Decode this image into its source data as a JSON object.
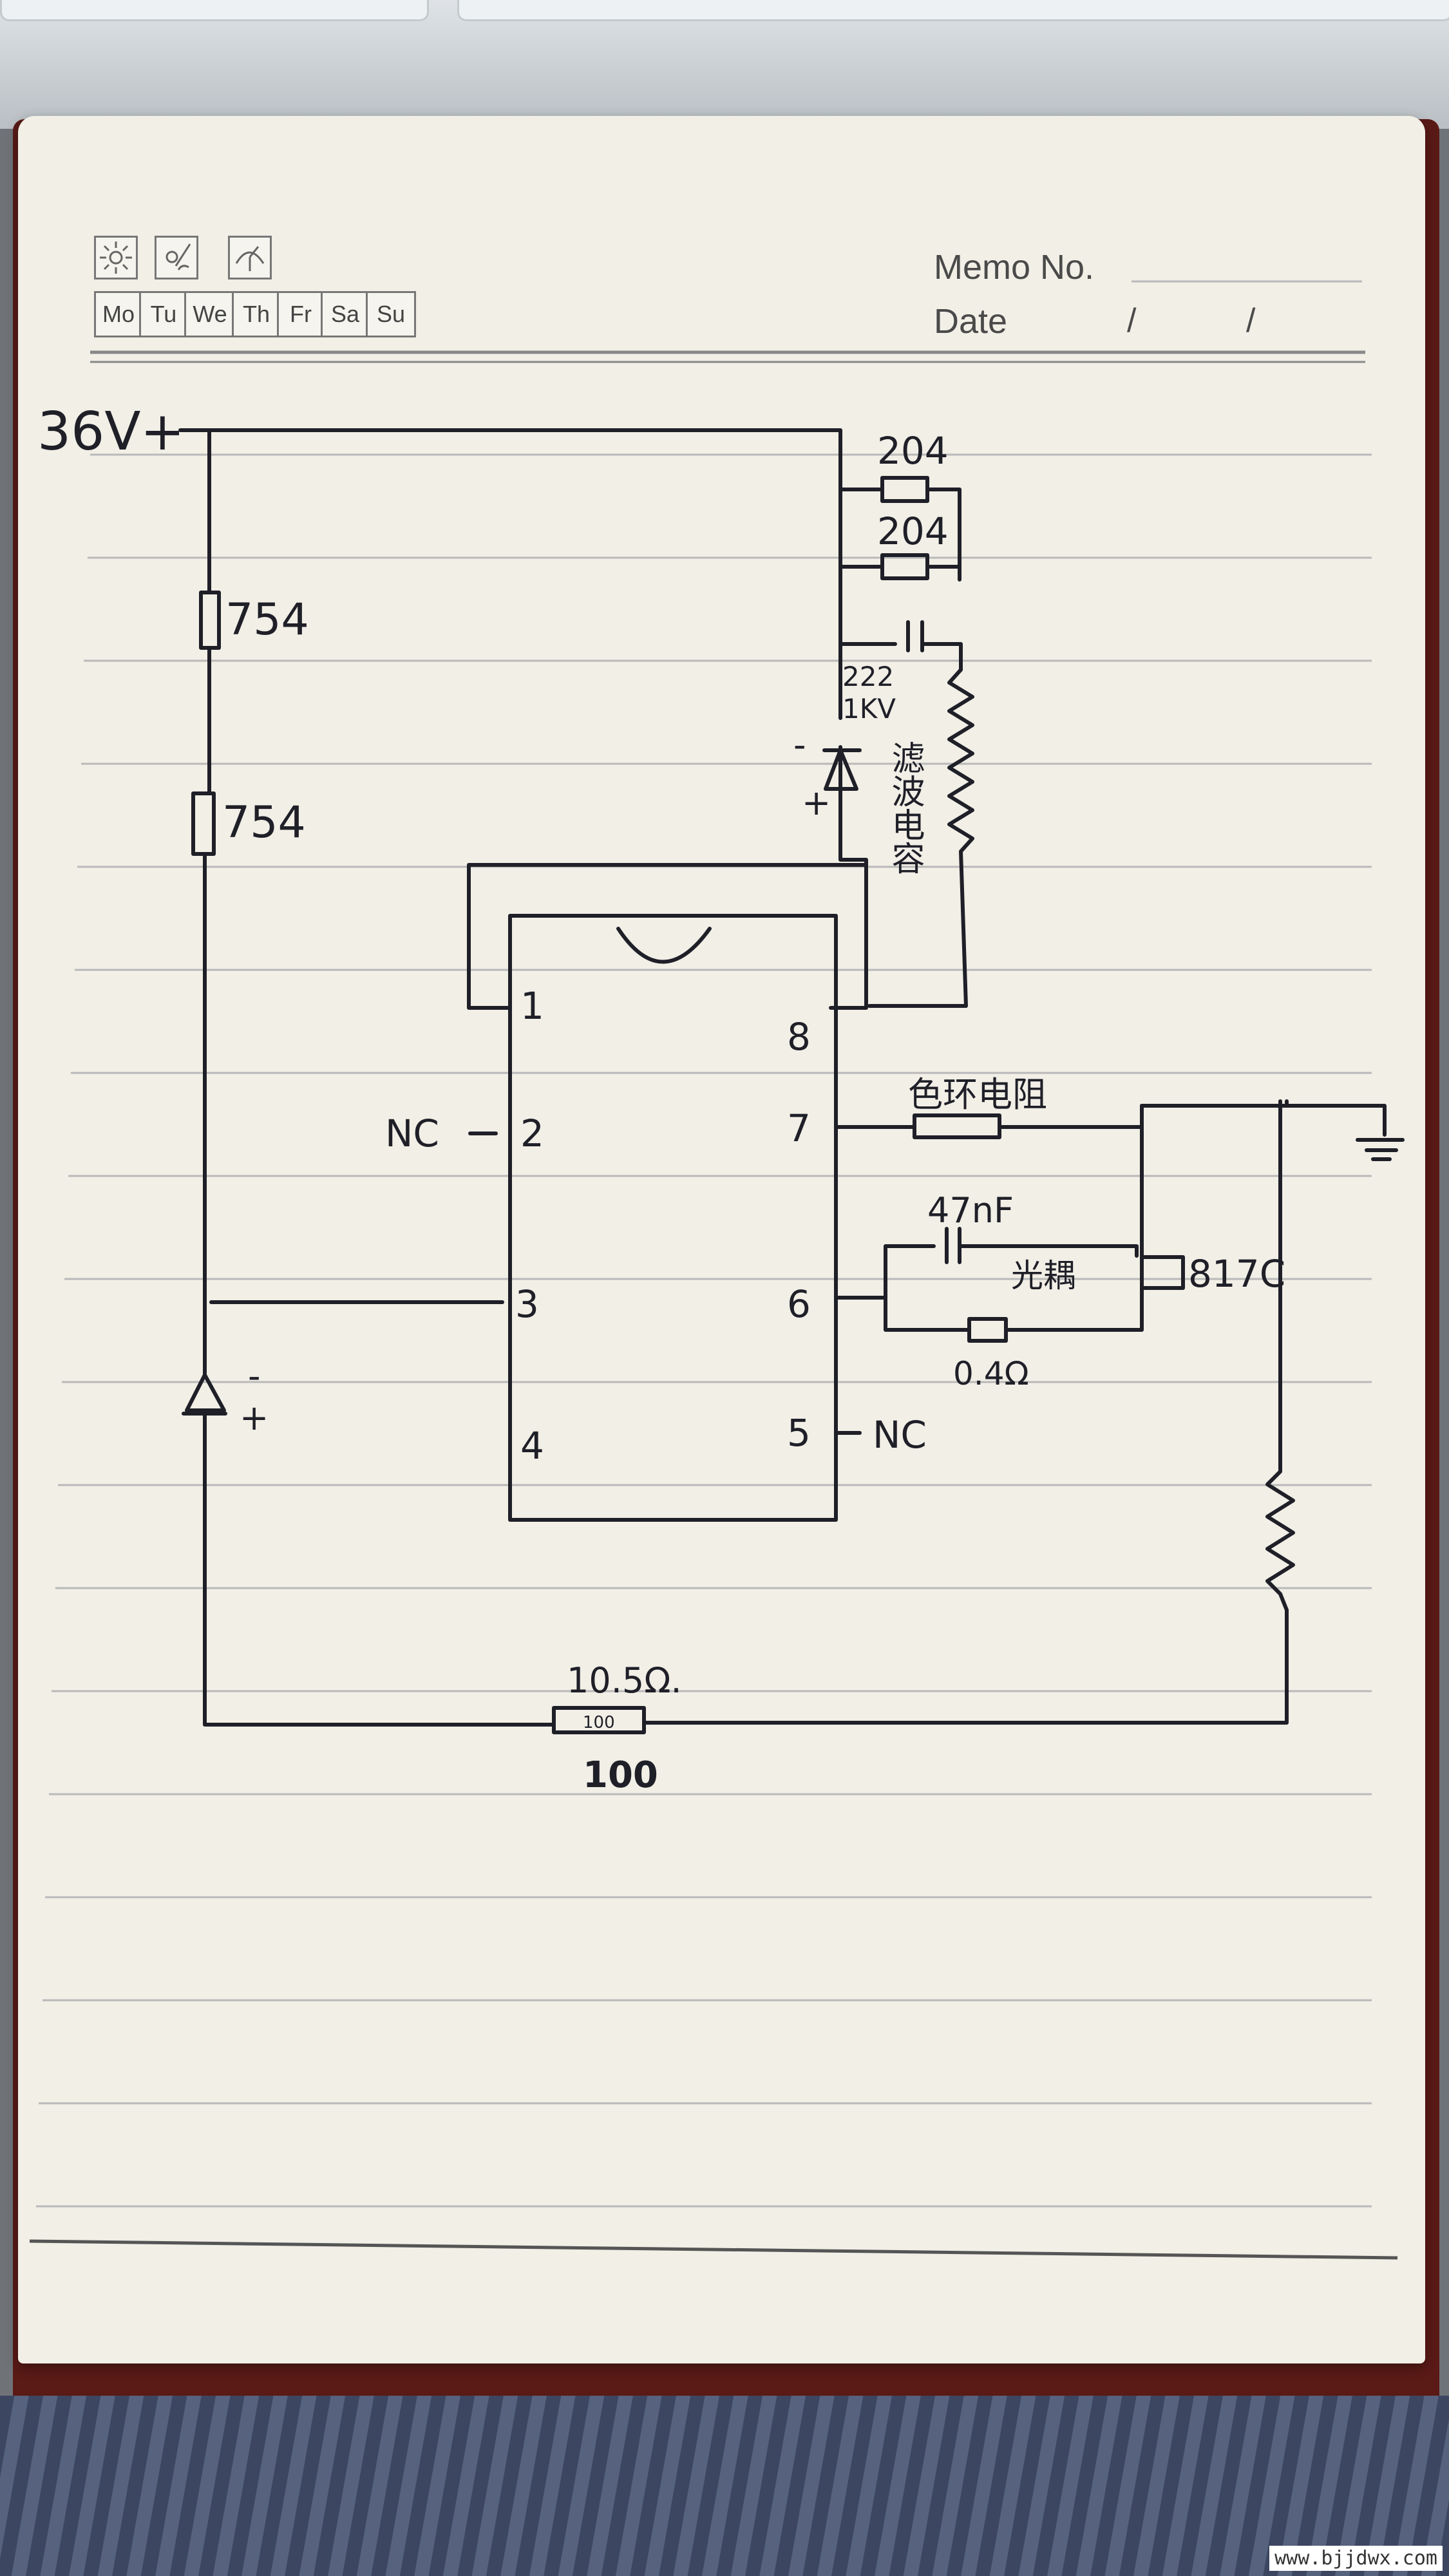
{
  "notebook": {
    "weekdays": [
      "Mo",
      "Tu",
      "We",
      "Th",
      "Fr",
      "Sa",
      "Su"
    ],
    "memo_label": "Memo No.",
    "date_label": "Date",
    "date_sep_1": "/",
    "date_sep_2": "/",
    "weather_icons": [
      "sun-icon",
      "partly-cloudy-icon",
      "umbrella-icon"
    ]
  },
  "circuit": {
    "supply_label": "36V",
    "supply_plus": "+",
    "left_resistor_1": "754",
    "left_resistor_2": "754",
    "top_resistor_1": "204",
    "top_resistor_2": "204",
    "capacitor_value": "222",
    "capacitor_voltage": "1KV",
    "filter_inductor_label": "滤波电容",
    "diode_top_minus": "-",
    "diode_top_plus": "+",
    "diode_left_minus": "-",
    "diode_left_plus": "+",
    "ic_pins": {
      "p1": "1",
      "p2": "2",
      "p3": "3",
      "p4": "4",
      "p5": "5",
      "p6": "6",
      "p7": "7",
      "p8": "8"
    },
    "nc_left": "NC",
    "nc_right": "NC",
    "color_ring_resistor": "色环电阻",
    "capacitor_47nf": "47nF",
    "optocoupler_label": "光耦",
    "optocoupler_part": "817C",
    "resistor_04": "0.4Ω",
    "bottom_resistor_value": "10.5Ω.",
    "bottom_resistor_code": "100",
    "bottom_scribble": "100"
  },
  "watermark": "www.bjjdwx.com",
  "colors": {
    "paper": "#f1efe6",
    "ink": "#1f1f28",
    "rule": "#b9b9b9",
    "cover": "#5a1a16"
  }
}
